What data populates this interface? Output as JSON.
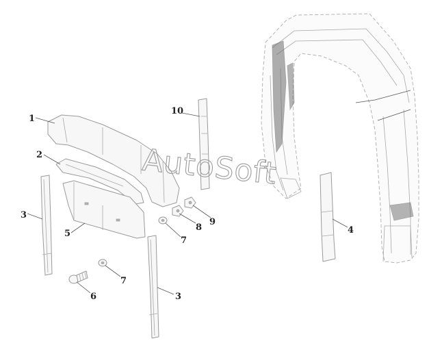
{
  "watermark": "AutoSoft",
  "callouts": [
    {
      "id": "1",
      "label": "1"
    },
    {
      "id": "2",
      "label": "2"
    },
    {
      "id": "3a",
      "label": "3"
    },
    {
      "id": "3b",
      "label": "3"
    },
    {
      "id": "4",
      "label": "4"
    },
    {
      "id": "5",
      "label": "5"
    },
    {
      "id": "6",
      "label": "6"
    },
    {
      "id": "7a",
      "label": "7"
    },
    {
      "id": "7b",
      "label": "7"
    },
    {
      "id": "8",
      "label": "8"
    },
    {
      "id": "9",
      "label": "9"
    },
    {
      "id": "10",
      "label": "10"
    }
  ]
}
